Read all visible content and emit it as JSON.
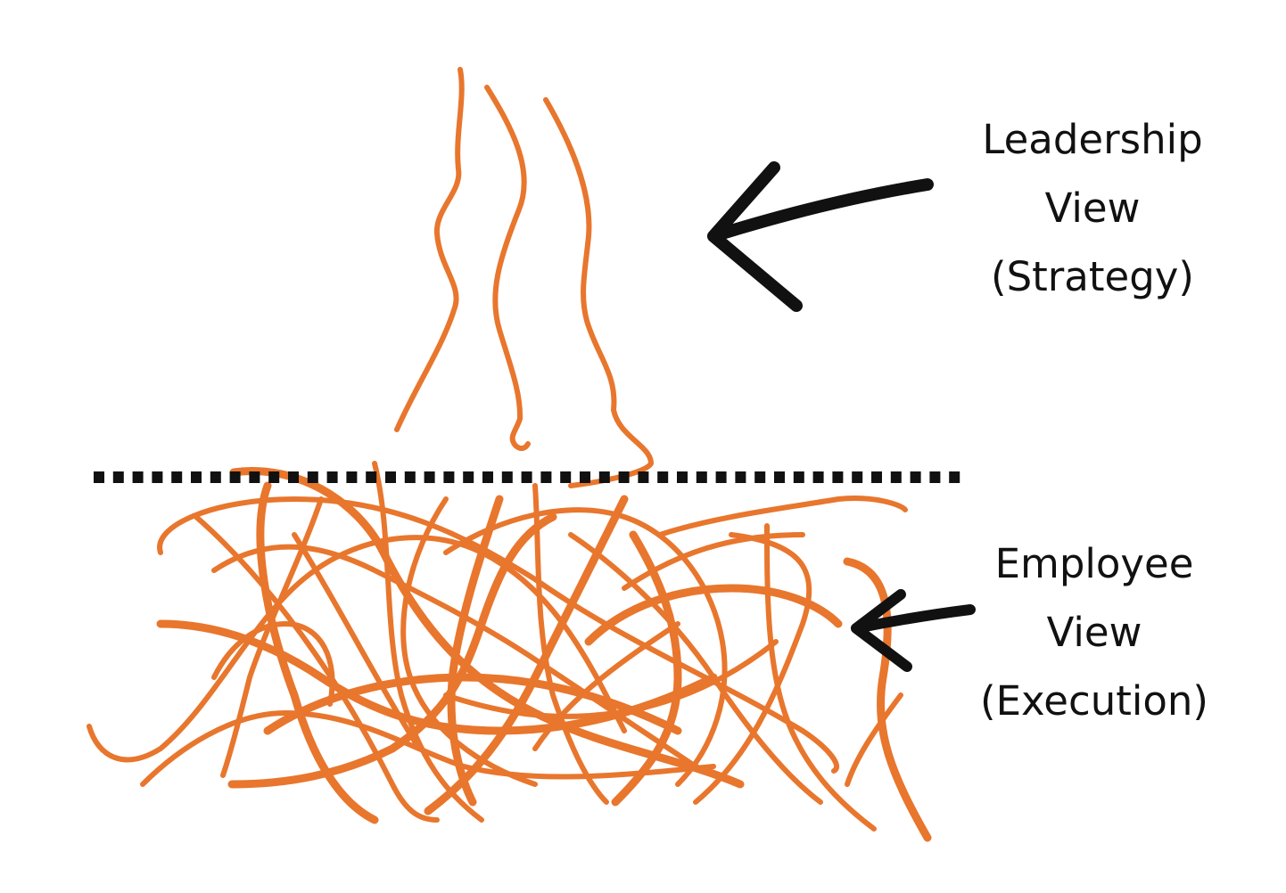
{
  "colors": {
    "background": "#ffffff",
    "strand": "#e8762d",
    "ink": "#111111"
  },
  "leadership": {
    "line1": "Leadership",
    "line2": "View",
    "line3": "(Strategy)"
  },
  "employee": {
    "line1": "Employee",
    "line2": "View",
    "line3": "(Execution)"
  }
}
